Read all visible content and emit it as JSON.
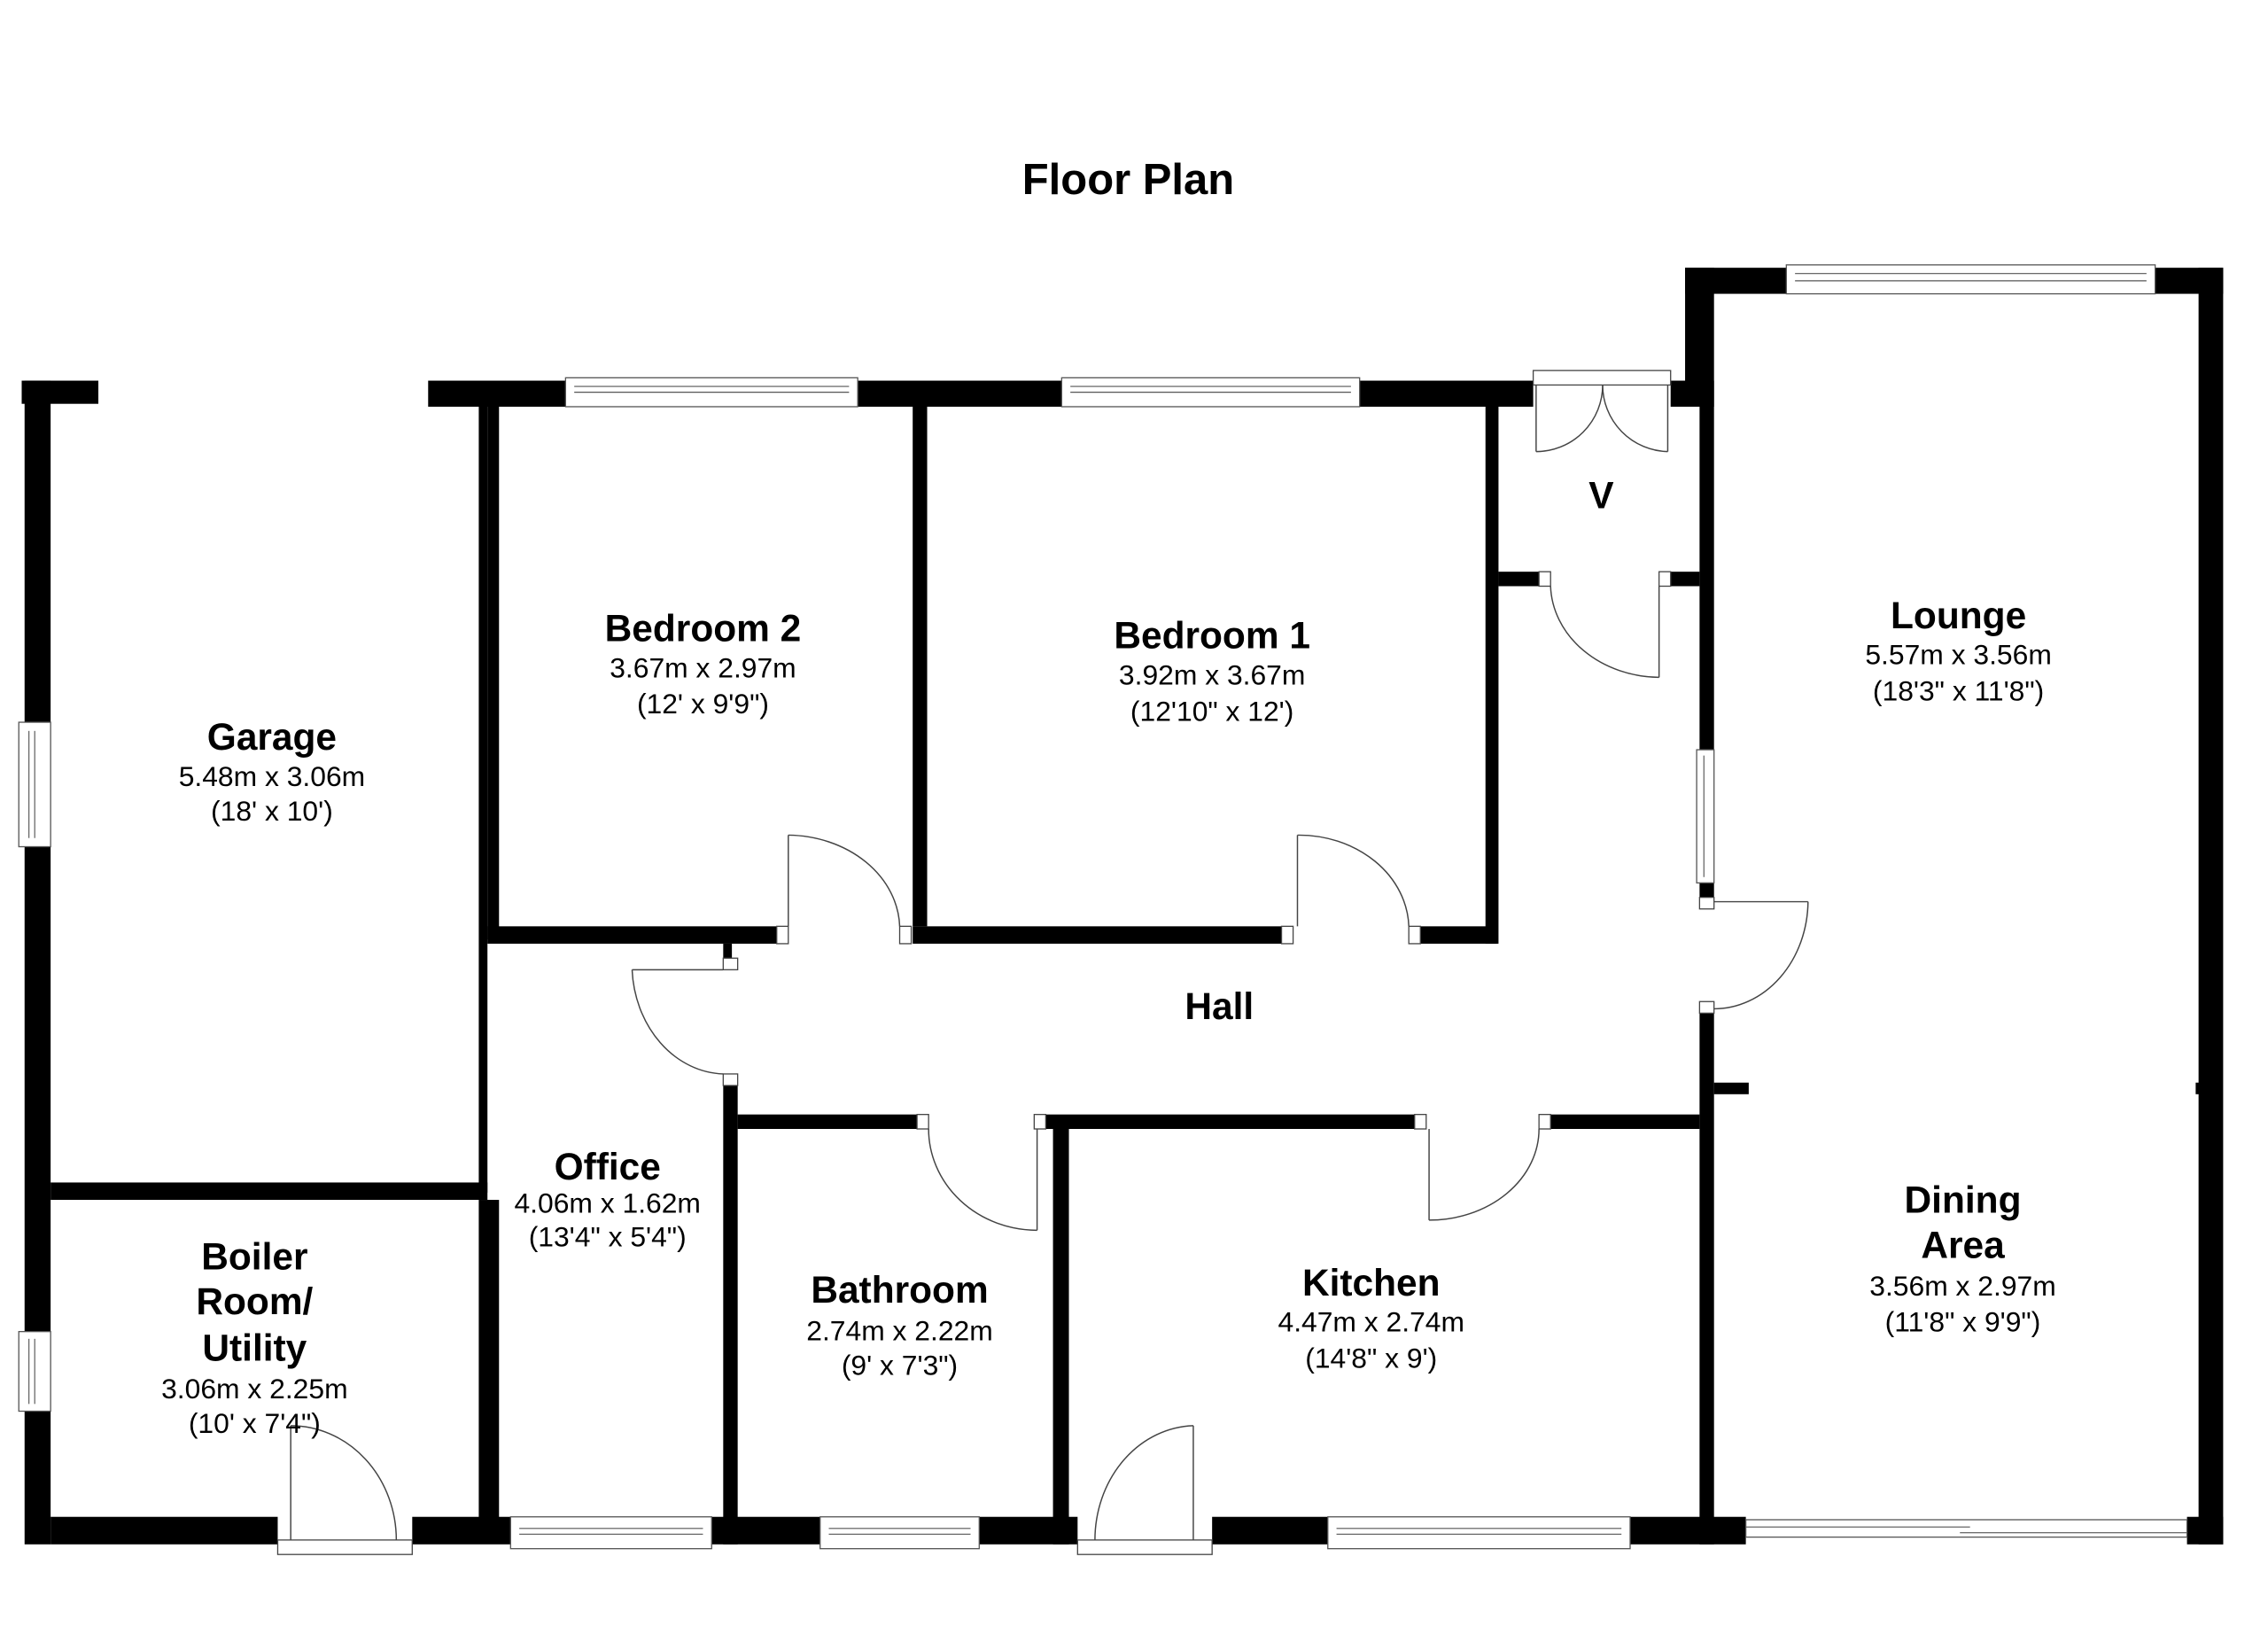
{
  "title": "Floor Plan",
  "colors": {
    "wall": "#000000",
    "background": "#ffffff",
    "fixture_line": "#555555"
  },
  "rooms": {
    "garage": {
      "name": "Garage",
      "metric": "5.48m x 3.06m",
      "imperial": "(18' x 10')"
    },
    "bedroom2": {
      "name": "Bedroom 2",
      "metric": "3.67m x 2.97m",
      "imperial": "(12' x 9'9\")"
    },
    "bedroom1": {
      "name": "Bedroom 1",
      "metric": "3.92m x 3.67m",
      "imperial": "(12'10\" x 12')"
    },
    "vestibule": {
      "name": "V"
    },
    "lounge": {
      "name": "Lounge",
      "metric": "5.57m x 3.56m",
      "imperial": "(18'3\" x 11'8\")"
    },
    "hall": {
      "name": "Hall"
    },
    "office": {
      "name": "Office",
      "metric": "4.06m x 1.62m",
      "imperial": "(13'4\" x 5'4\")"
    },
    "boiler": {
      "name_line1": "Boiler",
      "name_line2": "Room/",
      "name_line3": "Utility",
      "metric": "3.06m x 2.25m",
      "imperial": "(10' x 7'4\")"
    },
    "bathroom": {
      "name": "Bathroom",
      "metric": "2.74m x 2.22m",
      "imperial": "(9' x 7'3\")"
    },
    "kitchen": {
      "name": "Kitchen",
      "metric": "4.47m x 2.74m",
      "imperial": "(14'8\" x 9')"
    },
    "dining": {
      "name_line1": "Dining",
      "name_line2": "Area",
      "metric": "3.56m x 2.97m",
      "imperial": "(11'8\" x 9'9\")"
    }
  }
}
